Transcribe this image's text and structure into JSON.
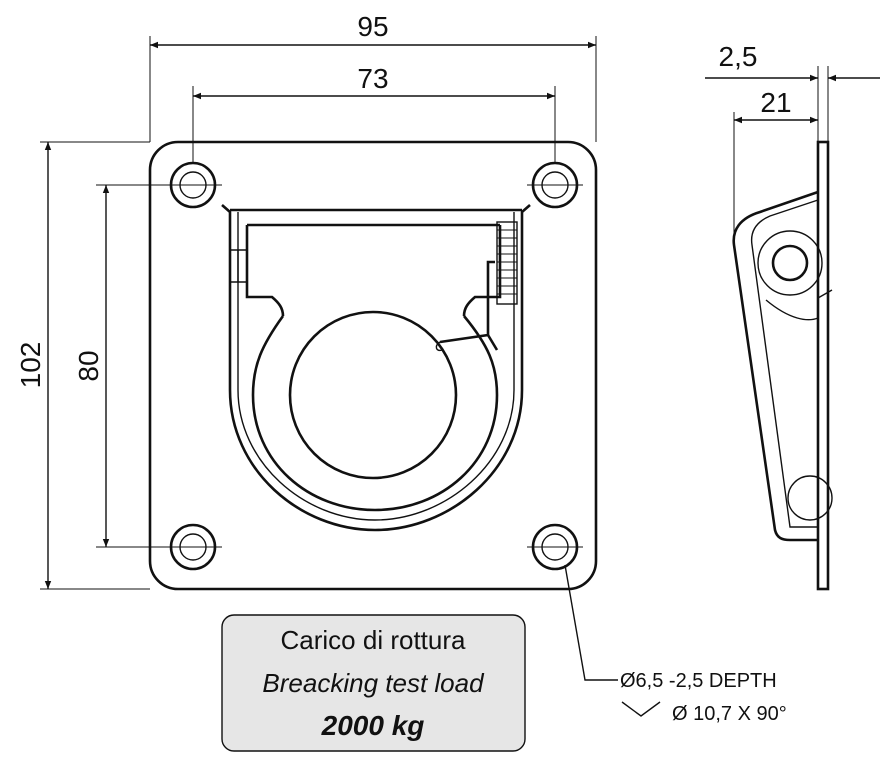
{
  "dimensions": {
    "width_overall": "95",
    "width_holes": "73",
    "height_overall": "102",
    "height_holes": "80",
    "thickness": "2,5",
    "depth": "21"
  },
  "hole_note": {
    "line1": "Ø6,5 -2,5 DEPTH",
    "line2": "Ø 10,7 X 90°"
  },
  "load_box": {
    "italian": "Carico di rottura",
    "english": "Breacking test load",
    "value": "2000 kg",
    "fill_color": "#e6e6e6"
  }
}
